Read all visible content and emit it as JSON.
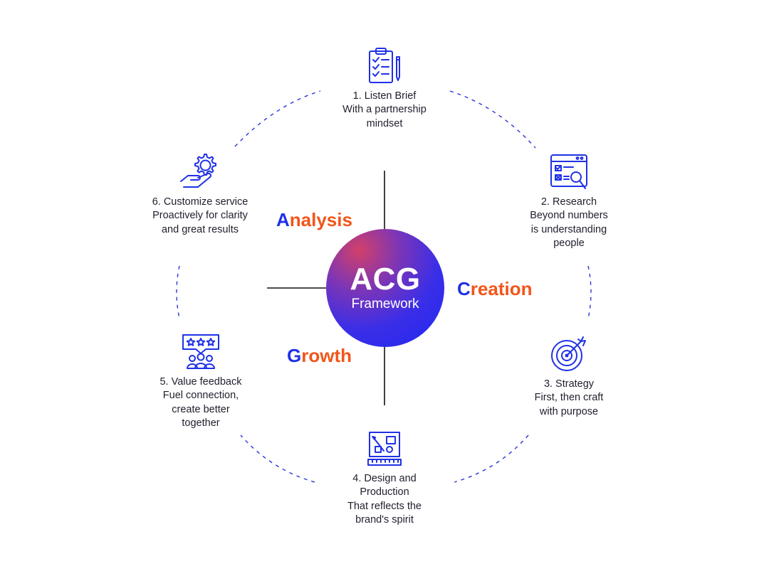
{
  "center": {
    "title": "ACG",
    "subtitle": "Framework"
  },
  "pillars": [
    {
      "first": "A",
      "rest": "nalysis"
    },
    {
      "first": "C",
      "rest": "reation"
    },
    {
      "first": "G",
      "rest": "rowth"
    }
  ],
  "steps": [
    {
      "icon": "clipboard-checklist-icon",
      "lines": [
        "1. Listen Brief",
        "With a partnership",
        "mindset"
      ]
    },
    {
      "icon": "web-search-analysis-icon",
      "lines": [
        "2. Research",
        "Beyond numbers",
        "is understanding",
        "people"
      ]
    },
    {
      "icon": "target-arrow-icon",
      "lines": [
        "3. Strategy",
        "First, then craft",
        "with purpose"
      ]
    },
    {
      "icon": "design-blueprint-icon",
      "lines": [
        "4. Design and",
        "Production",
        "That reflects the",
        "brand's spirit"
      ]
    },
    {
      "icon": "rating-feedback-icon",
      "lines": [
        "5. Value feedback",
        "Fuel connection,",
        "create better",
        "together"
      ]
    },
    {
      "icon": "hand-gear-icon",
      "lines": [
        "6. Customize service",
        "Proactively for clarity",
        "and great results"
      ]
    }
  ],
  "colors": {
    "blue": "#1f31e6",
    "orange": "#f0561b",
    "text": "#1f1f2e",
    "ring": "#2a35d8"
  }
}
